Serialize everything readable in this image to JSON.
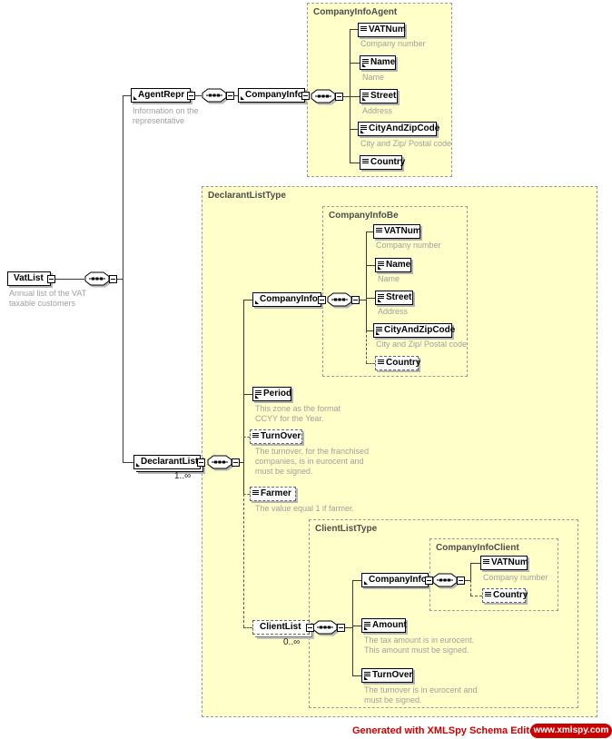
{
  "containers": {
    "companyInfoAgent": "CompanyInfoAgent",
    "declarantListType": "DeclarantListType",
    "companyInfoBe": "CompanyInfoBe",
    "clientListType": "ClientListType",
    "companyInfoClient": "CompanyInfoClient"
  },
  "nodes": {
    "vatList": {
      "label": "VatList",
      "annotation": "Annual list of the VAT taxable customers"
    },
    "agentRepr": {
      "label": "AgentRepr",
      "annotation": "Information on the representative"
    },
    "agentCompanyInfo": {
      "label": "CompanyInfo"
    },
    "agentVatNum": {
      "label": "VATNum",
      "annotation": "Company number"
    },
    "agentName": {
      "label": "Name",
      "annotation": "Name"
    },
    "agentStreet": {
      "label": "Street",
      "annotation": "Address"
    },
    "agentCityZip": {
      "label": "CityAndZipCode",
      "annotation": "City and Zip/ Postal code"
    },
    "agentCountry": {
      "label": "Country"
    },
    "declarantList": {
      "label": "DeclarantList",
      "occurrence": "1..∞"
    },
    "beCompanyInfo": {
      "label": "CompanyInfo"
    },
    "beVatNum": {
      "label": "VATNum",
      "annotation": "Company number"
    },
    "beName": {
      "label": "Name",
      "annotation": "Name"
    },
    "beStreet": {
      "label": "Street",
      "annotation": "Address"
    },
    "beCityZip": {
      "label": "CityAndZipCode",
      "annotation": "City and Zip/ Postal code"
    },
    "beCountry": {
      "label": "Country"
    },
    "period": {
      "label": "Period",
      "annotation": "This zone as the format CCYY  for the Year."
    },
    "turnOver": {
      "label": "TurnOver",
      "annotation": "The turnover, for the franchised companies, is in eurocent and must be signed."
    },
    "farmer": {
      "label": "Farmer",
      "annotation": "The value equal 1 if farmer."
    },
    "clientList": {
      "label": "ClientList",
      "occurrence": "0..∞"
    },
    "clientCompanyInfo": {
      "label": "CompanyInfo"
    },
    "clientVatNum": {
      "label": "VATNum",
      "annotation": "Company number"
    },
    "clientCountry": {
      "label": "Country"
    },
    "amount": {
      "label": "Amount",
      "annotation": "The tax amount is in eurocent. This amount must be signed."
    },
    "clientTurnOver": {
      "label": "TurnOver",
      "annotation": "The turnover is in eurocent and must be signed."
    }
  },
  "footer": {
    "credit": "Generated with XMLSpy Schema Editor",
    "site": "www.xmlspy.com"
  },
  "colors": {
    "container_bg": "#ffffc9",
    "accent_red": "#cc0000",
    "annotation_gray": "#a0a0a0"
  }
}
